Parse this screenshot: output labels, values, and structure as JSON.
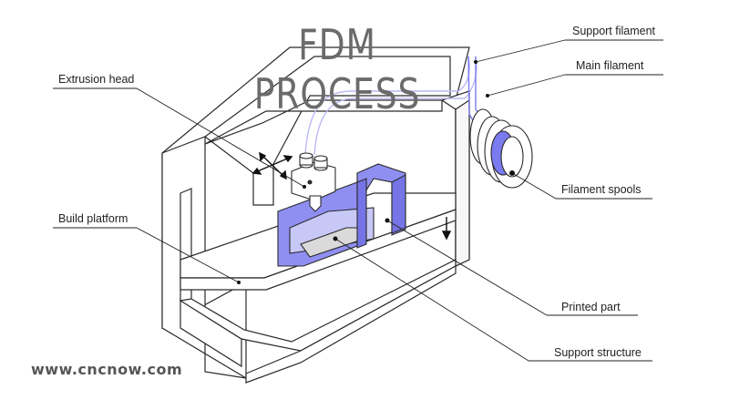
{
  "title": "FDM PROCESS",
  "website": "www.cncnow.com",
  "labels": {
    "support_filament": "Support filament",
    "main_filament": "Main filament",
    "extrusion_head": "Extrusion head",
    "filament_spools": "Filament spools",
    "build_platform": "Build platform",
    "printed_part": "Printed part",
    "support_structure": "Support structure"
  },
  "colors": {
    "accent": "#7b7bf0",
    "accent_light": "#b9b9f5",
    "title": "#6b6b6b",
    "line": "#2a2a2a"
  },
  "icons": [
    "move-arrows-icon",
    "down-arrow-icon"
  ]
}
